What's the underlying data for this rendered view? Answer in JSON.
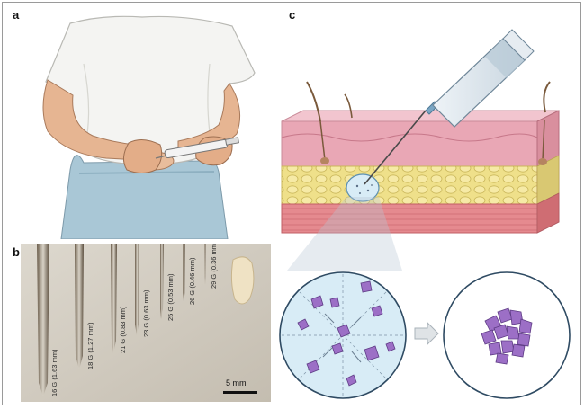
{
  "panels": {
    "a": {
      "label": "a"
    },
    "b": {
      "label": "b",
      "needles": [
        {
          "gauge": "16 G (1.63 mm)"
        },
        {
          "gauge": "18 G (1.27 mm)"
        },
        {
          "gauge": "21 G (0.83 mm)"
        },
        {
          "gauge": "23 G (0.63 mm)"
        },
        {
          "gauge": "25 G (0.53 mm)"
        },
        {
          "gauge": "26 G (0.46 mm)"
        },
        {
          "gauge": "29 G (0.36 mm)"
        }
      ],
      "scale_bar": "5 mm"
    },
    "c": {
      "label": "c"
    }
  },
  "colors": {
    "epidermis": "#e9a7b5",
    "fat": "#efe08a",
    "muscle": "#e58a8f",
    "particles": "#9c6fc6",
    "circle_fill": "#d8ecf6",
    "needle_photo_bg": "#cfc9bd"
  }
}
